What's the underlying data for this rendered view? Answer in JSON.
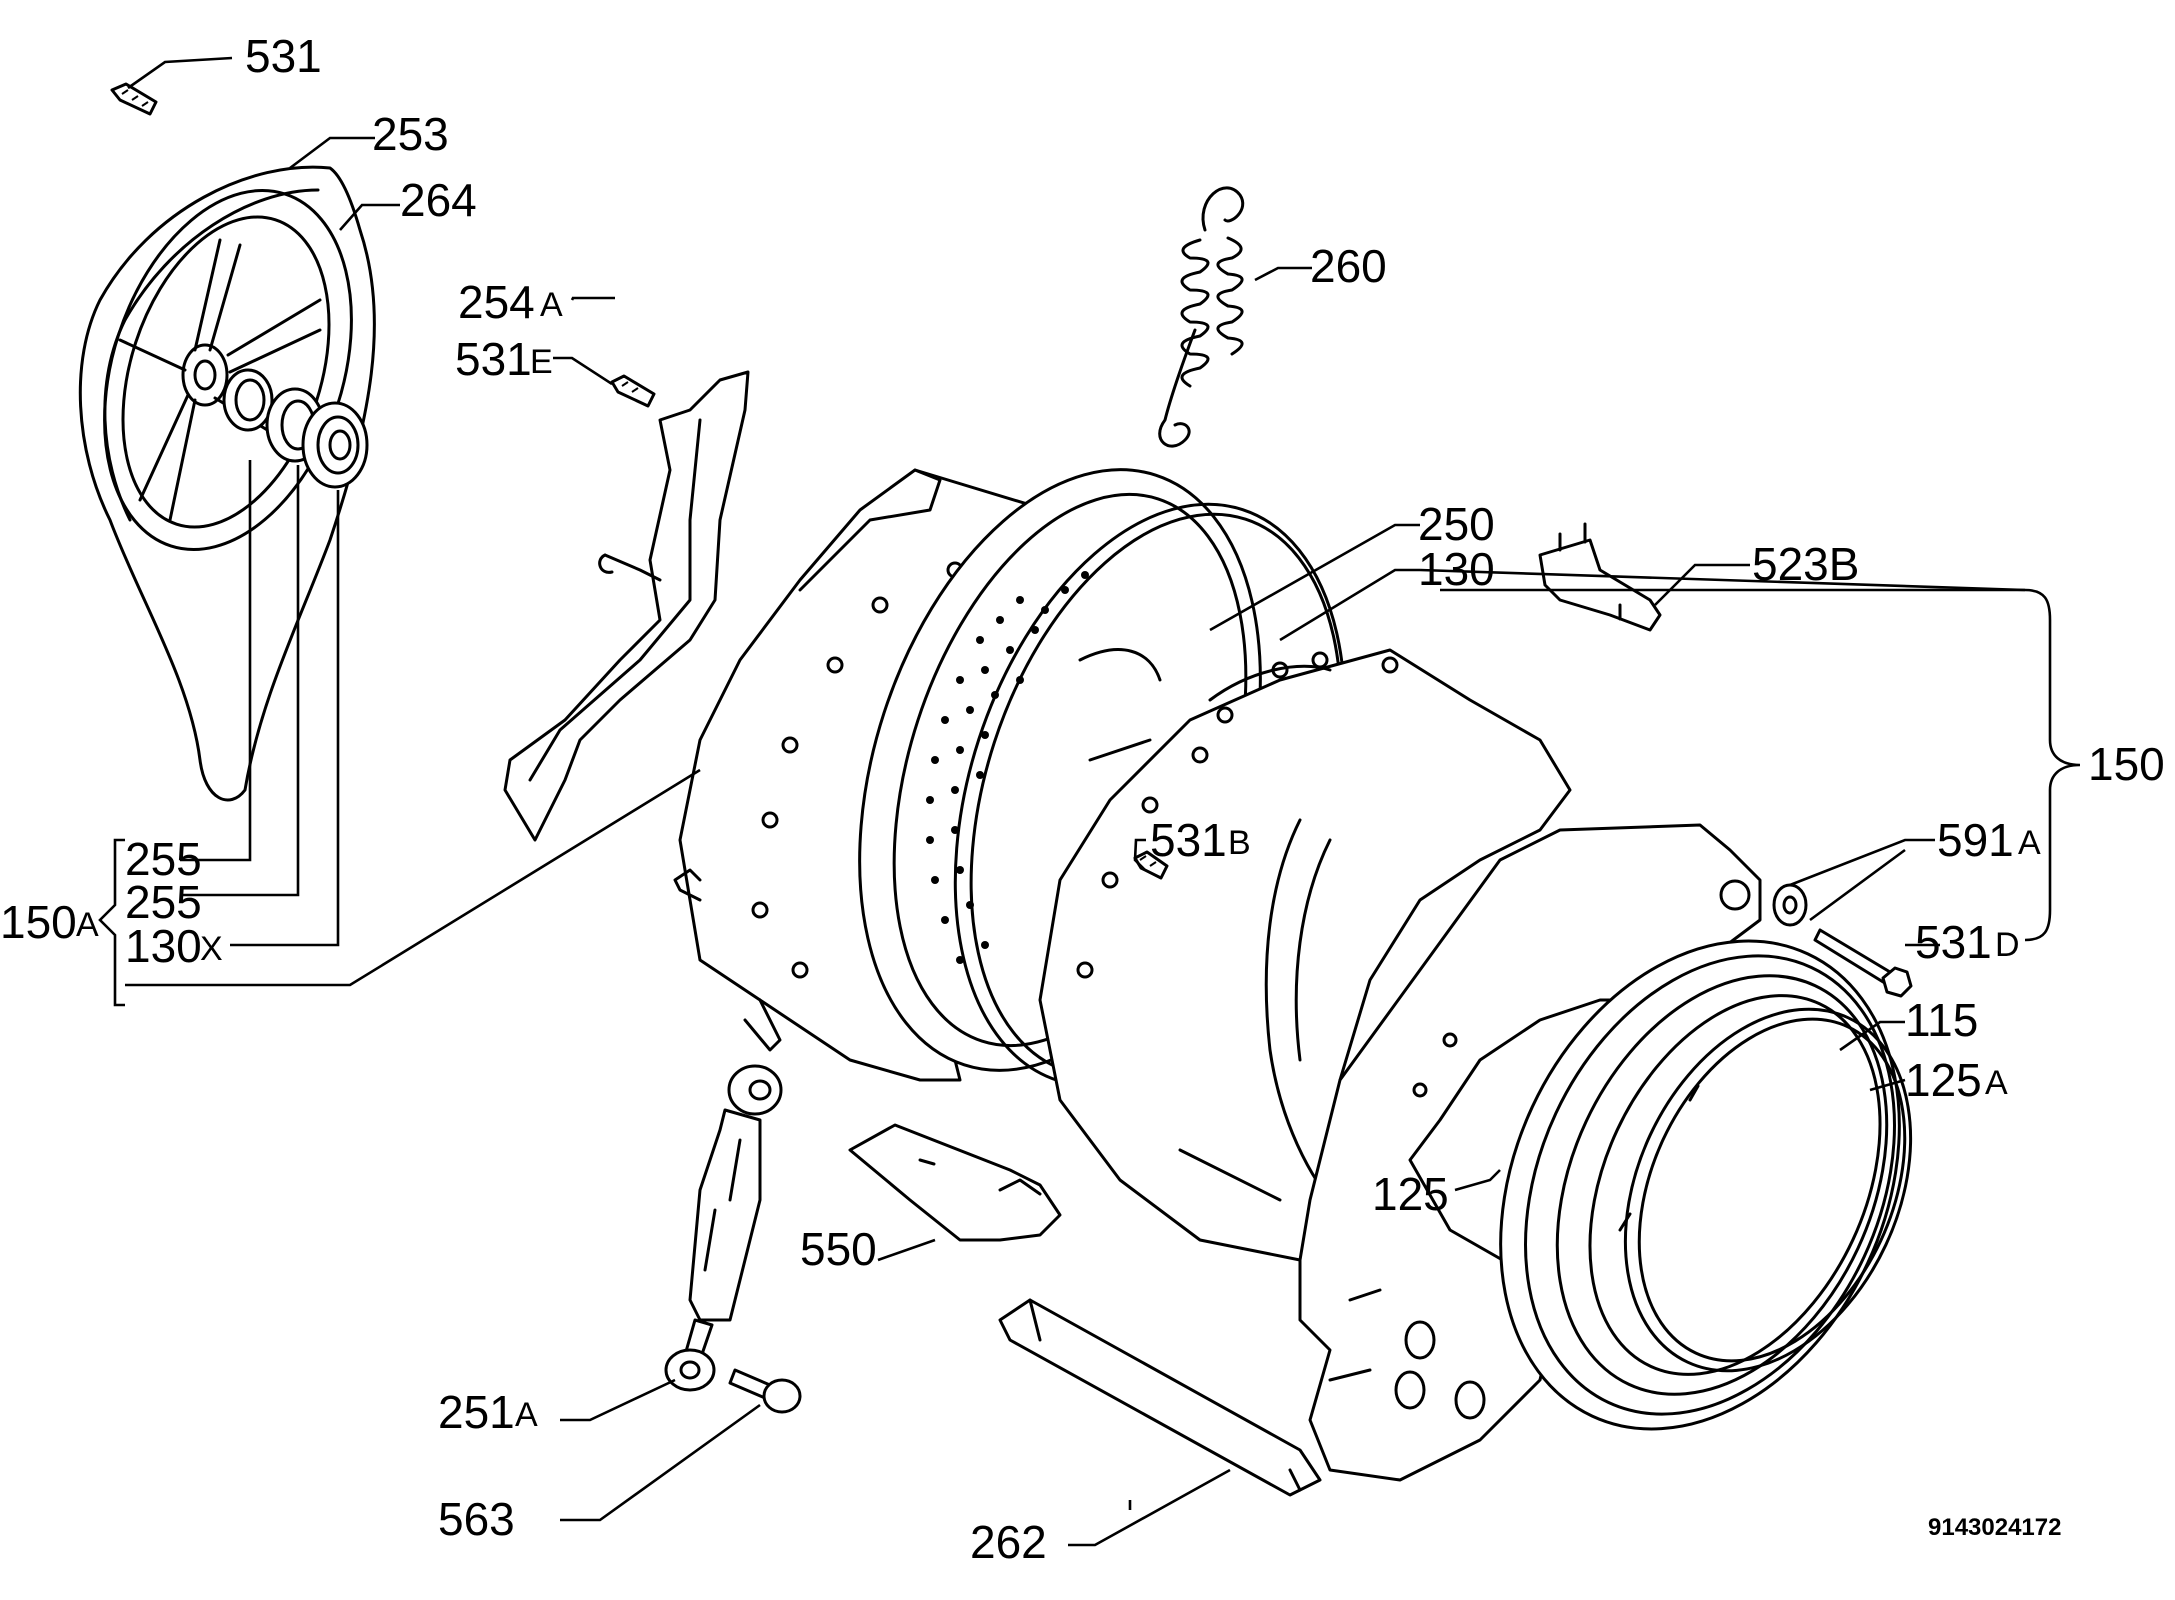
{
  "labels": {
    "l531": "531",
    "l253": "253",
    "l264": "264",
    "l260": "260",
    "l254a_num": "254",
    "l254a_suf": "A",
    "l531e_num": "531",
    "l531e_suf": "E",
    "l250": "250",
    "l130": "130",
    "l523b": "523B",
    "l150": "150",
    "l531b_num": "531",
    "l531b_suf": "B",
    "l591a_num": "591",
    "l591a_suf": "A",
    "l531d_num": "531",
    "l531d_suf": "D",
    "l115": "115",
    "l125a_num": "125",
    "l125a_suf": "A",
    "l125": "125",
    "l255a": "255",
    "l255b": "255",
    "l130x_num": "130",
    "l130x_suf": "X",
    "l150a_num": "150",
    "l150a_suf": "A",
    "l550": "550",
    "l251a_num": "251",
    "l251a_suf": "A",
    "l563": "563",
    "l262": "262",
    "drawing_code": "9143024172"
  }
}
